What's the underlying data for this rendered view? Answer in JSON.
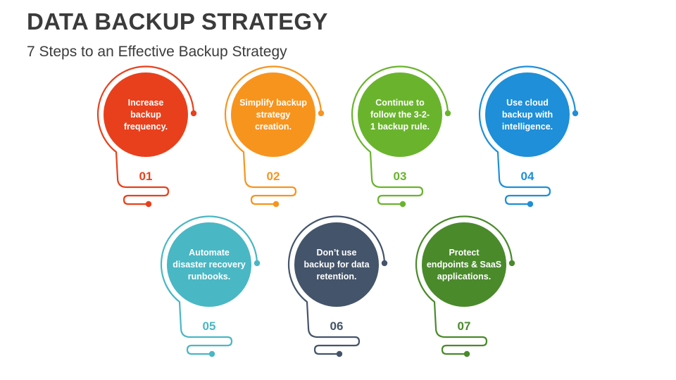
{
  "title": "DATA BACKUP STRATEGY",
  "subtitle": "7 Steps to an Effective Backup Strategy",
  "steps": [
    {
      "number": "01",
      "lines": [
        "Increase",
        "backup",
        "frequency."
      ],
      "color": "#e8401c"
    },
    {
      "number": "02",
      "lines": [
        "Simplify backup",
        "strategy",
        "creation."
      ],
      "color": "#f7941e"
    },
    {
      "number": "03",
      "lines": [
        "Continue to",
        "follow the 3-2-",
        "1 backup rule."
      ],
      "color": "#6ab42d"
    },
    {
      "number": "04",
      "lines": [
        "Use cloud",
        "backup with",
        "intelligence."
      ],
      "color": "#1e8fd8"
    },
    {
      "number": "05",
      "lines": [
        "Automate",
        "disaster recovery",
        "runbooks."
      ],
      "color": "#4ab7c4"
    },
    {
      "number": "06",
      "lines": [
        "Don’t use",
        "backup for data",
        "retention."
      ],
      "color": "#44546a"
    },
    {
      "number": "07",
      "lines": [
        "Protect",
        "endpoints & SaaS",
        "applications."
      ],
      "color": "#4a8a2b"
    }
  ]
}
